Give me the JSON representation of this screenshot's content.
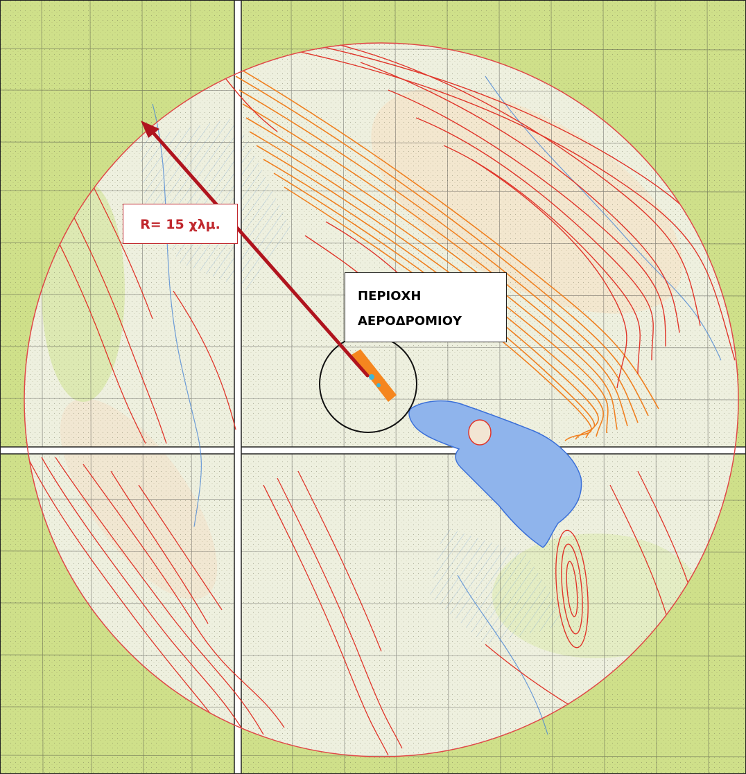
{
  "labels": {
    "radius": "R= 15 χλμ.",
    "area_line1": "ΠΕΡΙΟΧΗ",
    "area_line2": "ΑΕΡΟΔΡΟΜΙΟΥ"
  },
  "colors": {
    "contour": "#e0352a",
    "contour_dense": "#f08020",
    "circle_boundary": "#e04848",
    "radius_arrow": "#b0141e",
    "lake_fill": "#8fb4ec",
    "lake_stroke": "#3a6fd8",
    "runway": "#f5861f",
    "airport_circle": "#111111",
    "terrain_green": "#c9dc7a",
    "terrain_light": "#eef0e0"
  },
  "icons": {
    "runway": "runway-marker",
    "lake": "lake-area",
    "arrow": "radius-arrow"
  }
}
